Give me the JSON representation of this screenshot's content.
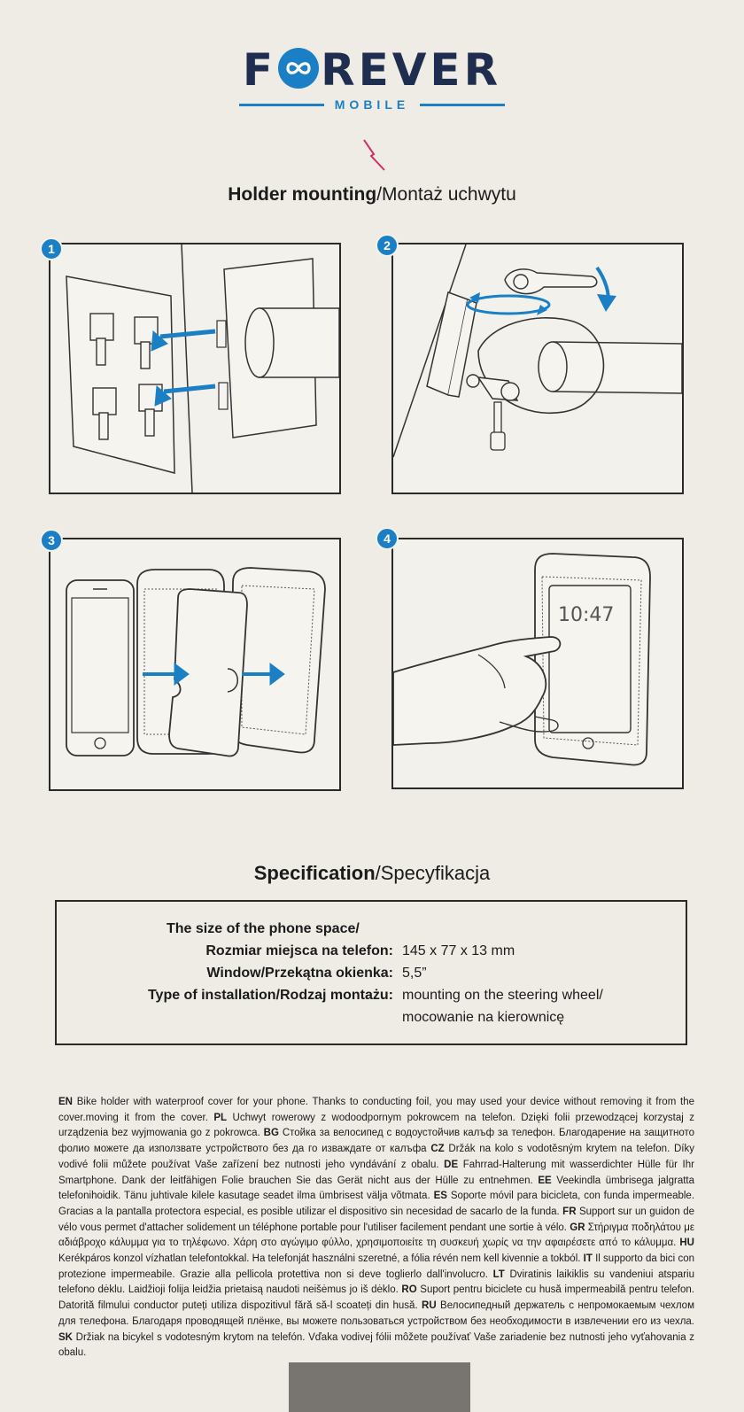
{
  "brand": {
    "name_left": "F",
    "name_right": "REVER",
    "sub": "MOBILE",
    "accent": "#1a7fc4",
    "dark": "#1f2e4f"
  },
  "mounting": {
    "title_bold": "Holder mounting",
    "title_rest": "/Montaż uchwytu",
    "steps": [
      {
        "num": "1",
        "icon": "holder-base-clips-illustration"
      },
      {
        "num": "2",
        "icon": "handlebar-clamp-illustration"
      },
      {
        "num": "3",
        "icon": "phone-insert-illustration"
      },
      {
        "num": "4",
        "icon": "touch-screen-illustration",
        "clock": "10:47"
      }
    ]
  },
  "spec": {
    "title_bold": "Specification",
    "title_rest": "/Specyfikacja",
    "rows": [
      {
        "label": "The size of the phone space/",
        "value": ""
      },
      {
        "label": "Rozmiar miejsca na telefon:",
        "value": "145 x 77 x 13 mm"
      },
      {
        "label": "Window/Przekątna okienka:",
        "value": "5,5”"
      },
      {
        "label": "Type of installation/Rodzaj montażu:",
        "value": "mounting on the steering wheel/"
      },
      {
        "label": "",
        "value": "mocowanie na  kierownicę"
      }
    ]
  },
  "descriptions": [
    {
      "code": "EN",
      "text": "Bike holder with waterproof cover for your phone. Thanks to conducting foil, you may used your device without removing it from the cover.moving it from the cover."
    },
    {
      "code": "PL",
      "text": "Uchwyt rowerowy z wodoodpornym pokrowcem na telefon. Dzięki folii przewodzącej korzystaj z urządzenia bez wyjmowania go z pokrowca."
    },
    {
      "code": "BG",
      "text": "Стойка за велосипед с водоустойчив калъф за телефон. Благодарение на защитното фолио можете да използвате устройството без да го изваждате от калъфа"
    },
    {
      "code": "CZ",
      "text": "Držák na kolo s vodotěsným krytem na telefon. Díky vodivé folii můžete používat Vaše zařízení bez nutnosti jeho vyndávání z obalu."
    },
    {
      "code": "DE",
      "text": "Fahrrad-Halterung mit wasserdichter Hülle für Ihr Smartphone. Dank der leitfähigen Folie brauchen Sie das Gerät nicht aus der Hülle zu entnehmen."
    },
    {
      "code": "EE",
      "text": "Veekindla ümbrisega jalgratta telefonihoidik. Tänu juhtivale kilele kasutage seadet ilma ümbrisest välja võtmata."
    },
    {
      "code": "ES",
      "text": "Soporte móvil para bicicleta, con funda impermeable. Gracias a la pantalla protectora especial, es posible utilizar el dispositivo sin necesidad de sacarlo de la funda."
    },
    {
      "code": "FR",
      "text": "Support sur un guidon de vélo vous permet d'attacher solidement un téléphone portable pour l'utiliser facilement pendant une sortie à vélo."
    },
    {
      "code": "GR",
      "text": "Στήριγμα ποδηλάτου με αδιάβροχο κάλυμμα για το τηλέφωνο. Χάρη στο αγώγιμο φύλλο, χρησιμοποιείτε τη συσκευή χωρίς να την αφαιρέσετε από το κάλυμμα."
    },
    {
      "code": "HU",
      "text": "Kerékpáros konzol vízhatlan telefontokkal. Ha telefonját használni szeretné, a fólia révén nem kell kivennie a tokból."
    },
    {
      "code": "IT",
      "text": "Il supporto da bici con protezione impermeabile. Grazie alla pellicola protettiva non si deve toglierlo dall'involucro."
    },
    {
      "code": "LT",
      "text": "Dviratinis laikiklis su vandeniui atspariu telefono dėklu. Laidžioji folija leidžia prietaisą naudoti neišėmus jo iš dėklo."
    },
    {
      "code": "RO",
      "text": "Suport pentru biciclete cu husă impermeabilă pentru telefon. Datorită filmului conductor puteți utiliza dispozitivul fără să-l scoateți din husă."
    },
    {
      "code": "RU",
      "text": "Велосипедный держатель с непромокаемым чехлом для телефона. Благодаря проводящей плёнке, вы можете пользоваться устройством без необходимости в извлечении его из чехла."
    },
    {
      "code": "SK",
      "text": "Držiak na bicykel s vodotesným krytom na telefón. Vďaka vodivej fólii môžete používať Vaše zariadenie bez nutnosti jeho vyťahovania z obalu."
    }
  ]
}
